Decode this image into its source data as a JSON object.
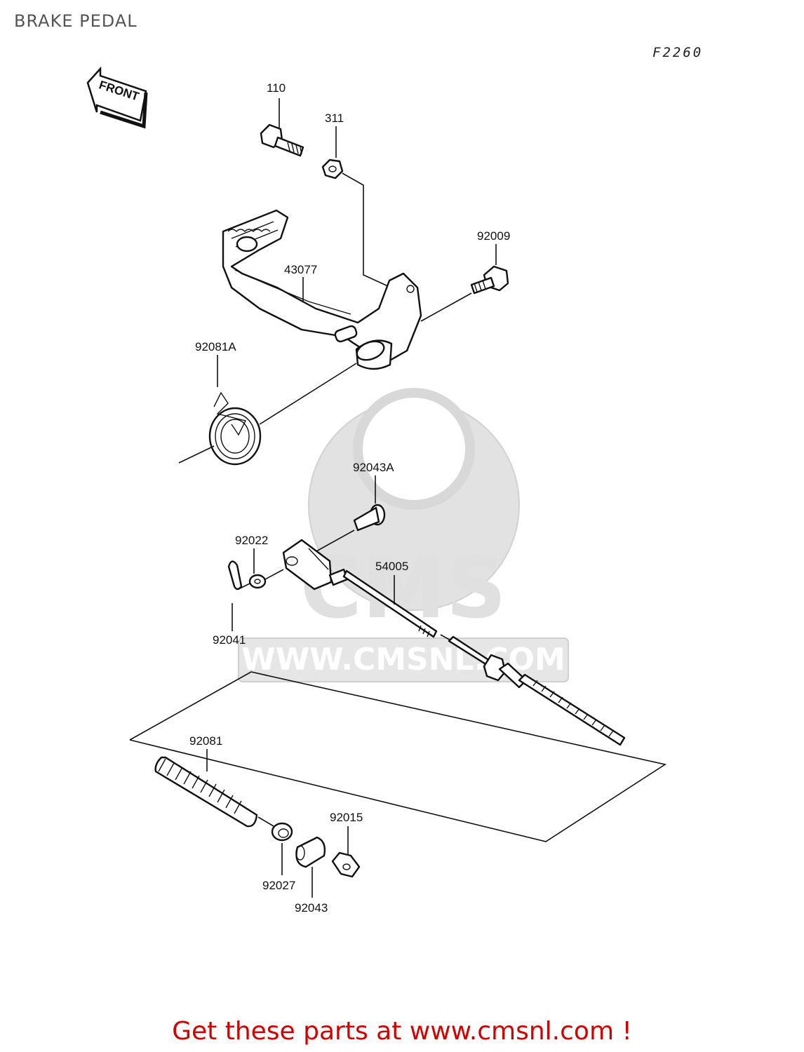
{
  "header": {
    "title": "BRAKE PEDAL",
    "diagram_code": "F2260"
  },
  "front_arrow": {
    "label": "FRONT"
  },
  "watermark": {
    "logo_text": "CMS",
    "url": "WWW.CMSNL.COM"
  },
  "parts": {
    "p110": "110",
    "p311": "311",
    "p92009": "92009",
    "p43077": "43077",
    "p92081A": "92081A",
    "p92043A": "92043A",
    "p92022": "92022",
    "p54005": "54005",
    "p92041": "92041",
    "p92081": "92081",
    "p92015": "92015",
    "p92027": "92027",
    "p92043": "92043"
  },
  "footer": {
    "link_text": "Get these parts at www.cmsnl.com !"
  }
}
